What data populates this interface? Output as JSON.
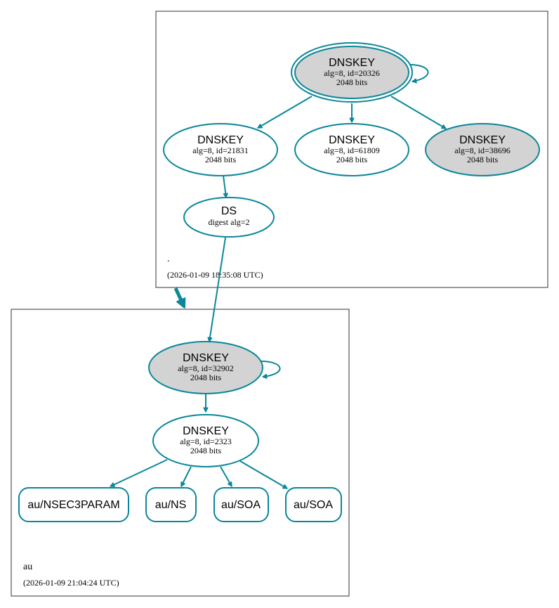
{
  "root_zone": {
    "name": ".",
    "timestamp": "(2026-01-09 18:35:08 UTC)",
    "ksk": {
      "title": "DNSKEY",
      "detail": "alg=8, id=20326",
      "size": "2048 bits"
    },
    "zsk_a": {
      "title": "DNSKEY",
      "detail": "alg=8, id=21831",
      "size": "2048 bits"
    },
    "zsk_b": {
      "title": "DNSKEY",
      "detail": "alg=8, id=61809",
      "size": "2048 bits"
    },
    "zsk_c": {
      "title": "DNSKEY",
      "detail": "alg=8, id=38696",
      "size": "2048 bits"
    },
    "ds": {
      "title": "DS",
      "detail": "digest alg=2"
    }
  },
  "au_zone": {
    "name": "au",
    "timestamp": "(2026-01-09 21:04:24 UTC)",
    "ksk": {
      "title": "DNSKEY",
      "detail": "alg=8, id=32902",
      "size": "2048 bits"
    },
    "zsk": {
      "title": "DNSKEY",
      "detail": "alg=8, id=2323",
      "size": "2048 bits"
    },
    "records": [
      "au/NSEC3PARAM",
      "au/NS",
      "au/SOA",
      "au/SOA"
    ]
  },
  "colors": {
    "edge": "#0a879a",
    "filled_node": "#d3d3d3",
    "empty_node": "#ffffff"
  }
}
